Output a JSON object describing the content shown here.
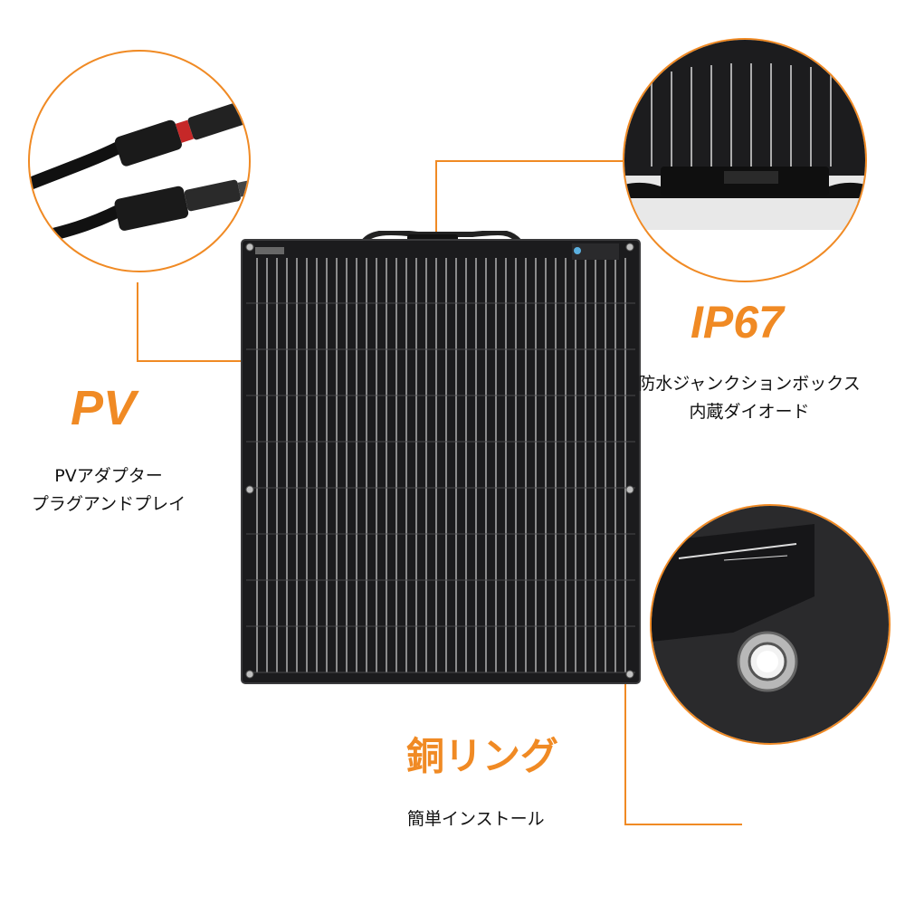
{
  "features": {
    "pv": {
      "title": "PV",
      "lines": [
        "PVアダプター",
        "プラグアンドプレイ"
      ]
    },
    "ip67": {
      "title": "IP67",
      "lines": [
        "防水ジャンクションボックス",
        "内蔵ダイオード"
      ]
    },
    "ring": {
      "title": "銅リング",
      "lines": [
        "簡単インストール"
      ]
    }
  },
  "colors": {
    "accent": "#f08a24",
    "panel": "#1b1b1d",
    "cell_line": "#d8d8d8"
  },
  "icons": {
    "connector": "mc4-connector-icon",
    "junction_box": "junction-box-icon",
    "grommet": "grommet-icon"
  }
}
